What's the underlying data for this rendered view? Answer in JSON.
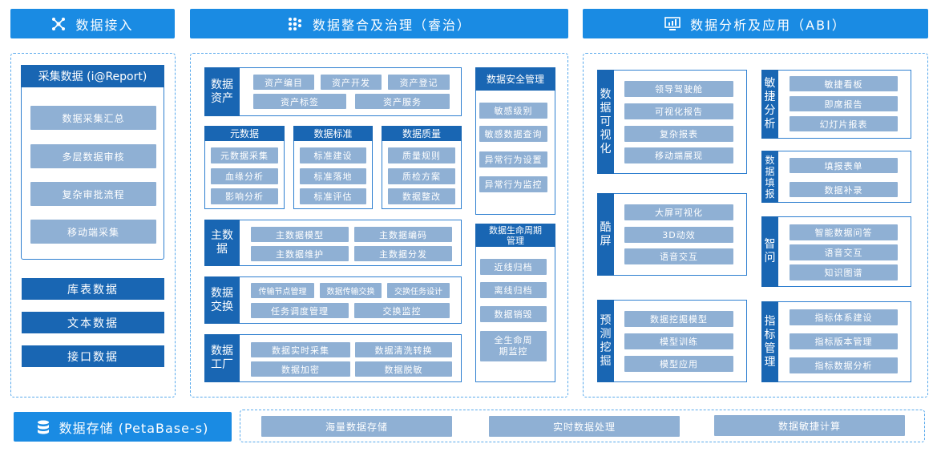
{
  "col1": {
    "header": "数据接入",
    "section_title": "采集数据 (i@Report)",
    "items": [
      "数据采集汇总",
      "多层数据审核",
      "复杂审批流程",
      "移动端采集"
    ],
    "bottom": [
      "库表数据",
      "文本数据",
      "接口数据"
    ]
  },
  "col2": {
    "header": "数据整合及治理（睿治）",
    "asset": {
      "title": "数据资产",
      "items": [
        "资产编目",
        "资产开发",
        "资产登记",
        "资产标签",
        "资产服务"
      ]
    },
    "meta": {
      "title": "元数据",
      "items": [
        "元数据采集",
        "血缘分析",
        "影响分析"
      ]
    },
    "std": {
      "title": "数据标准",
      "items": [
        "标准建设",
        "标准落地",
        "标准评估"
      ]
    },
    "qual": {
      "title": "数据质量",
      "items": [
        "质量规则",
        "质检方案",
        "数据整改"
      ]
    },
    "master": {
      "title": "主数据",
      "items": [
        "主数据模型",
        "主数据编码",
        "主数据维护",
        "主数据分发"
      ]
    },
    "exch": {
      "title": "数据交换",
      "items": [
        "传输节点管理",
        "数据传输交换",
        "交换任务设计",
        "任务调度管理",
        "交换监控"
      ]
    },
    "factory": {
      "title": "数据工厂",
      "items": [
        "数据实时采集",
        "数据清洗转换",
        "数据加密",
        "数据脱敏"
      ]
    },
    "security": {
      "title": "数据安全管理",
      "items": [
        "敏感级别",
        "敏感数据查询",
        "异常行为设置",
        "异常行为监控"
      ]
    },
    "lifecycle": {
      "title": "数据生命周期管理",
      "items": [
        "近线归档",
        "离线归档",
        "数据销毁",
        "全生命周期监控"
      ]
    }
  },
  "col3": {
    "header": "数据分析及应用（ABI）",
    "vis": {
      "title": "数据可视化",
      "items": [
        "领导驾驶舱",
        "可视化报告",
        "复杂报表",
        "移动端展现"
      ]
    },
    "cool": {
      "title": "酷屏",
      "items": [
        "大屏可视化",
        "3D动效",
        "语音交互"
      ]
    },
    "pred": {
      "title": "预测挖掘",
      "items": [
        "数据挖掘模型",
        "模型训练",
        "模型应用"
      ]
    },
    "agile": {
      "title": "敏捷分析",
      "items": [
        "敏捷看板",
        "即席报告",
        "幻灯片报表"
      ]
    },
    "fill": {
      "title": "数据填报",
      "items": [
        "填报表单",
        "数据补录"
      ]
    },
    "smart": {
      "title": "智问",
      "items": [
        "智能数据问答",
        "语音交互",
        "知识图谱"
      ]
    },
    "metric": {
      "title": "指标管理",
      "items": [
        "指标体系建设",
        "指标版本管理",
        "指标数据分析"
      ]
    }
  },
  "storage": {
    "header": "数据存储 (PetaBase-s)",
    "items": [
      "海量数据存储",
      "实时数据处理",
      "数据敏捷计算"
    ]
  },
  "icons": {
    "access": "network-icon",
    "governance": "dots-icon",
    "analysis": "monitor-chart-icon",
    "storage": "database-icon"
  },
  "colors": {
    "header": "#1a8be3",
    "dark": "#1966b3",
    "item": "#8fb0d4",
    "dash": "#58a9ec"
  }
}
